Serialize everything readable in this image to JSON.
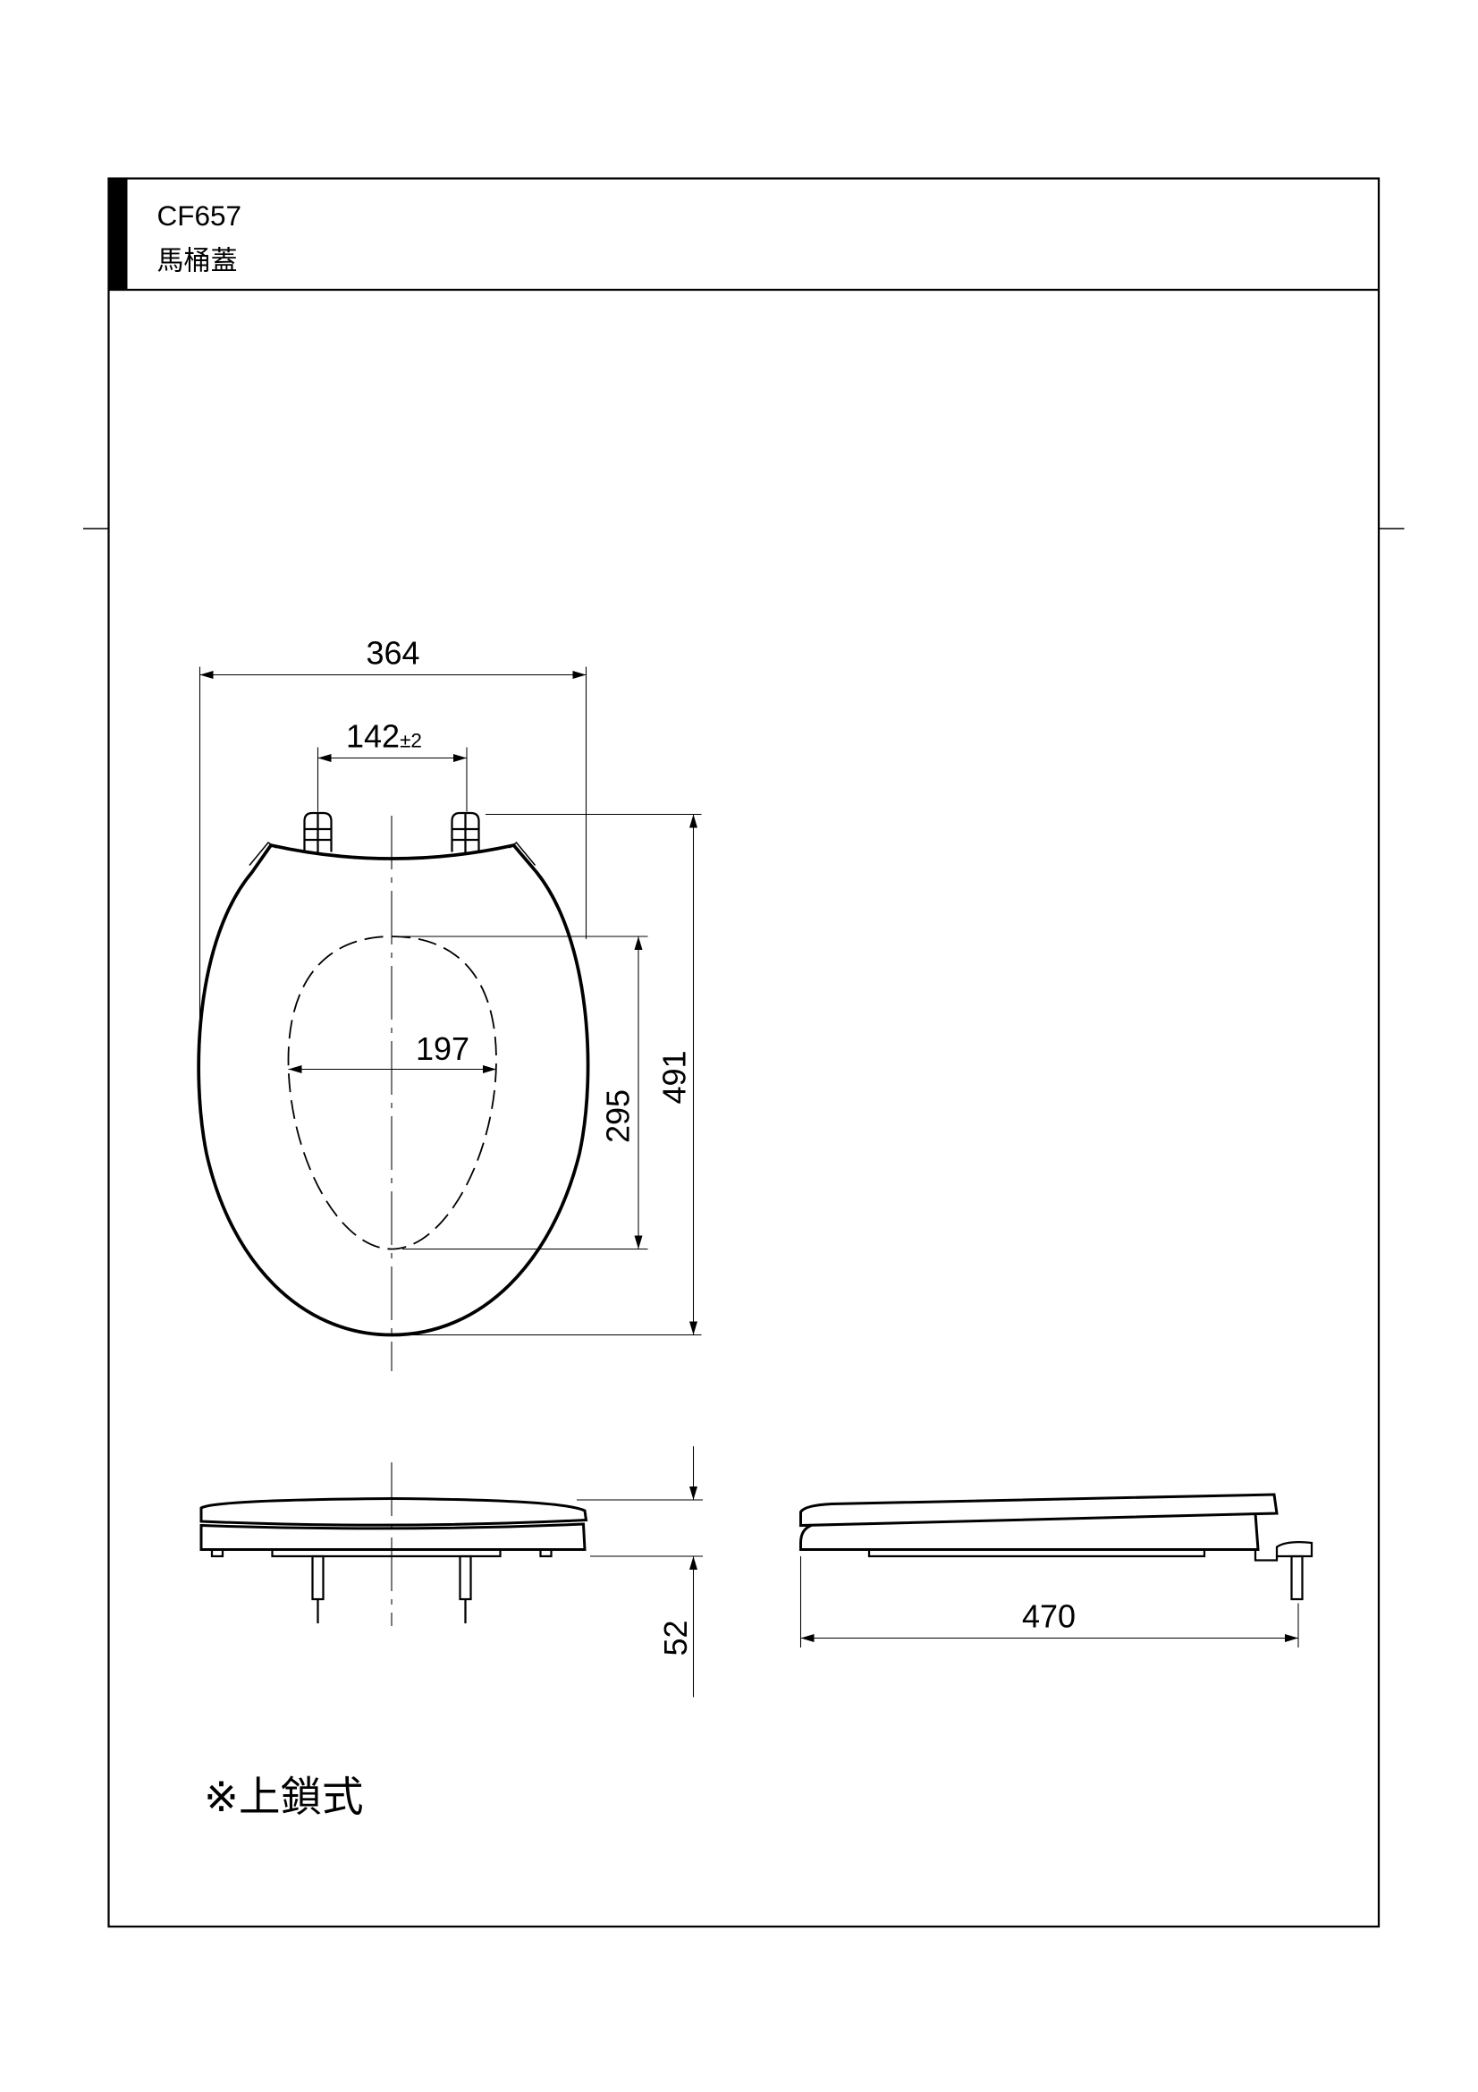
{
  "header": {
    "model": "CF657",
    "product_name": "馬桶蓋"
  },
  "dimensions": {
    "overall_width": "364",
    "hinge_spacing": "142",
    "hinge_tolerance": "±2",
    "opening_width": "197",
    "opening_length": "295",
    "overall_length": "491",
    "height": "52",
    "side_length": "470"
  },
  "note": "※上鎖式"
}
